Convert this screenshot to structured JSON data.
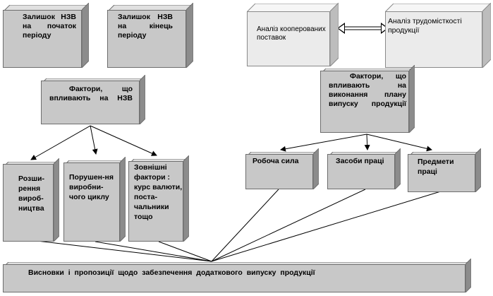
{
  "diagram": {
    "wip_start": "Залишок НЗВ на початок періоду",
    "wip_end": "Залишок НЗВ на кінець періоду",
    "coop_supply": "Аналіз кооперованих поставок",
    "labor_intensity": "Аналіз трудомісткості продукції",
    "factors_wip": "Фактори, що впливають на НЗВ",
    "factors_plan": "Фактори, що впливають на виконання плану випуску продукції",
    "production_expansion": "Розши-рення вироб-ництва",
    "cycle_violation": "Порушен-ня виробни-чого циклу",
    "external_factors": "Зовнішні фактори : курс валюти, поста-чальники тощо",
    "labor_force": "Робоча сила",
    "means_of_labor": "Засоби праці",
    "objects_of_labor": "Предмети праці",
    "conclusions": "Висновки і пропозиції щодо забезпечення додаткового випуску продукції"
  },
  "colors": {
    "box_front": "#c8c8c8",
    "box_top": "#e0e0e0",
    "box_side": "#8c8c8c",
    "light_front": "#ebebeb",
    "light_top": "#f6f6f6",
    "light_side": "#bdbdbd"
  }
}
